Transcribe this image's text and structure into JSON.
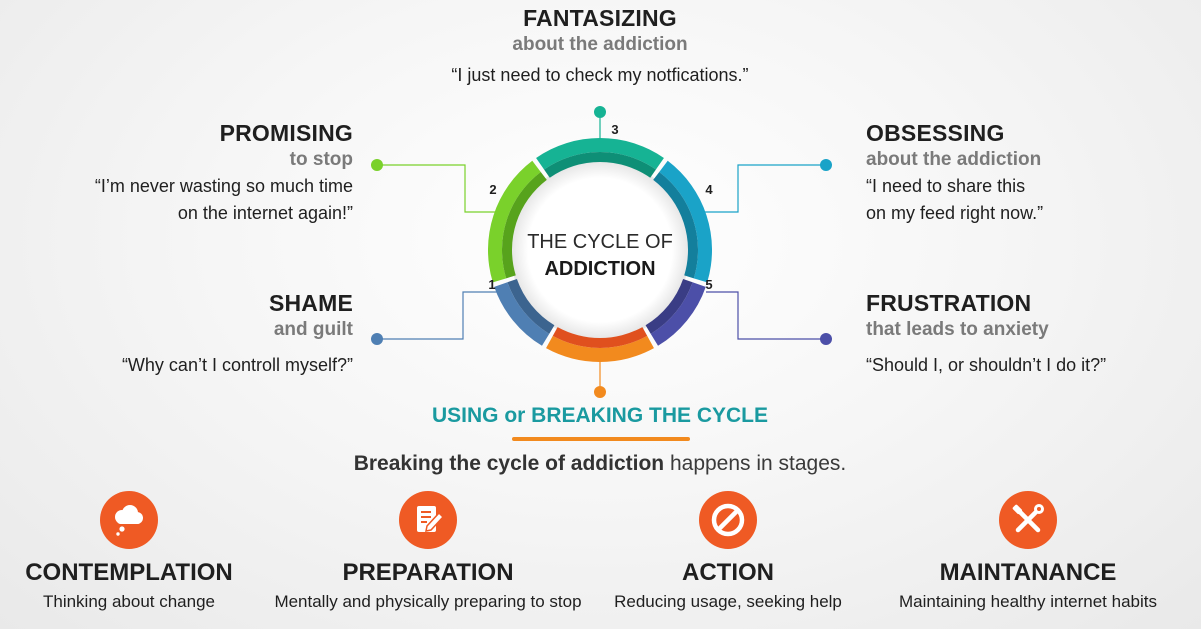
{
  "center": {
    "line1": "THE CYCLE OF",
    "line2": "ADDICTION"
  },
  "stages": {
    "fantasizing": {
      "num": "3",
      "name": "FANTASIZING",
      "sub": "about the addiction",
      "quote": "“I just need to check my notfications.”",
      "color": "#16b394"
    },
    "promising": {
      "num": "2",
      "name": "PROMISING",
      "sub": "to stop",
      "quote1": "“I’m never wasting so much time",
      "quote2": "on the internet again!”",
      "color": "#7ad12b"
    },
    "obsessing": {
      "num": "4",
      "name": "OBSESSING",
      "sub": "about the addiction",
      "quote1": "“I need to share this",
      "quote2": "on my feed right now.”",
      "color": "#1aa3c8"
    },
    "shame": {
      "num": "1",
      "name": "SHAME",
      "sub": "and guilt",
      "quote": "“Why can’t I controll myself?”",
      "color": "#4f7fb3"
    },
    "frustration": {
      "num": "5",
      "name": "FRUSTRATION",
      "sub": "that leads to anxiety",
      "quote": "“Should I, or shouldn’t I do it?”",
      "color": "#4c4fa8"
    },
    "using": {
      "name": "USING or BREAKING THE CYCLE",
      "color": "#f28a1e"
    }
  },
  "breaking": {
    "bold": "Breaking the cycle of addiction",
    "rest": " happens in stages."
  },
  "steps": [
    {
      "title": "CONTEMPLATION",
      "desc": "Thinking about change",
      "icon": "thought-bubble-icon"
    },
    {
      "title": "PREPARATION",
      "desc": "Mentally and physically preparing to stop",
      "icon": "document-pencil-icon"
    },
    {
      "title": "ACTION",
      "desc": "Reducing usage, seeking help",
      "icon": "prohibited-icon"
    },
    {
      "title": "MAINTANANCE",
      "desc": "Maintaining healthy internet habits",
      "icon": "tools-icon"
    }
  ],
  "colors": {
    "accent_orange": "#ef5a24",
    "teal_heading": "#1a9aa0",
    "underline": "#f28a1e"
  }
}
